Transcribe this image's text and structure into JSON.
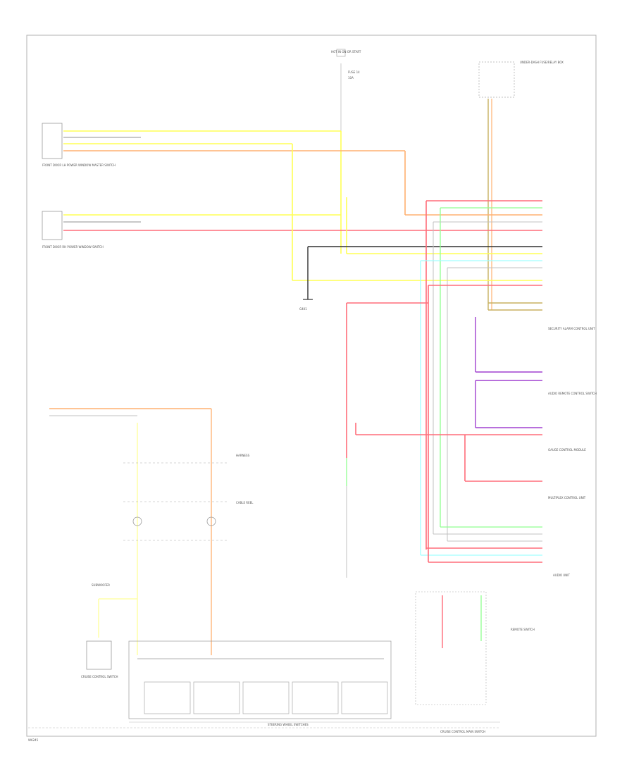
{
  "diagram": {
    "page_label": "W6245",
    "audio_unit_label": "AUDIO UNIT",
    "colors": {
      "red": "#ff6d7a",
      "yellow": "#ffff55",
      "orange": "#ffb070",
      "green": "#90ff90",
      "cyan": "#a0ffff",
      "purple": "#a040d0",
      "brown": "#c8b060",
      "gray": "#909090",
      "dark": "#303030",
      "frame": "#b0b0b0"
    },
    "labels": {
      "top_fuse": "HOT IN ON OR START",
      "fuse_small": "FUSE 14",
      "fuse_amp": "10A",
      "top_right_box": "UNDER-DASH FUSE/RELAY BOX",
      "left_module_1": "FRONT DOOR LH POWER WINDOW MASTER SWITCH",
      "left_module_2": "FRONT DOOR RH POWER WINDOW SWITCH",
      "ground": "G401",
      "lower_connector": "HARNESS",
      "cable_reel": "CABLE REEL",
      "cruise_switch": "CRUISE CONTROL SWITCH",
      "sub_woofer": "SUBWOOFER",
      "steering_switch": "STEERING WHEEL SWITCHES",
      "remote_switch": "REMOTE SWITCH",
      "lower_left_box": "CRUISE CONTROL MAIN SWITCH",
      "mid_right_1": "SECURITY ALARM CONTROL UNIT",
      "mid_right_2": "AUDIO REMOTE CONTROL SWITCH",
      "mid_right_3": "GAUGE CONTROL MODULE",
      "mid_right_4": "MULTIPLEX CONTROL UNIT"
    }
  }
}
